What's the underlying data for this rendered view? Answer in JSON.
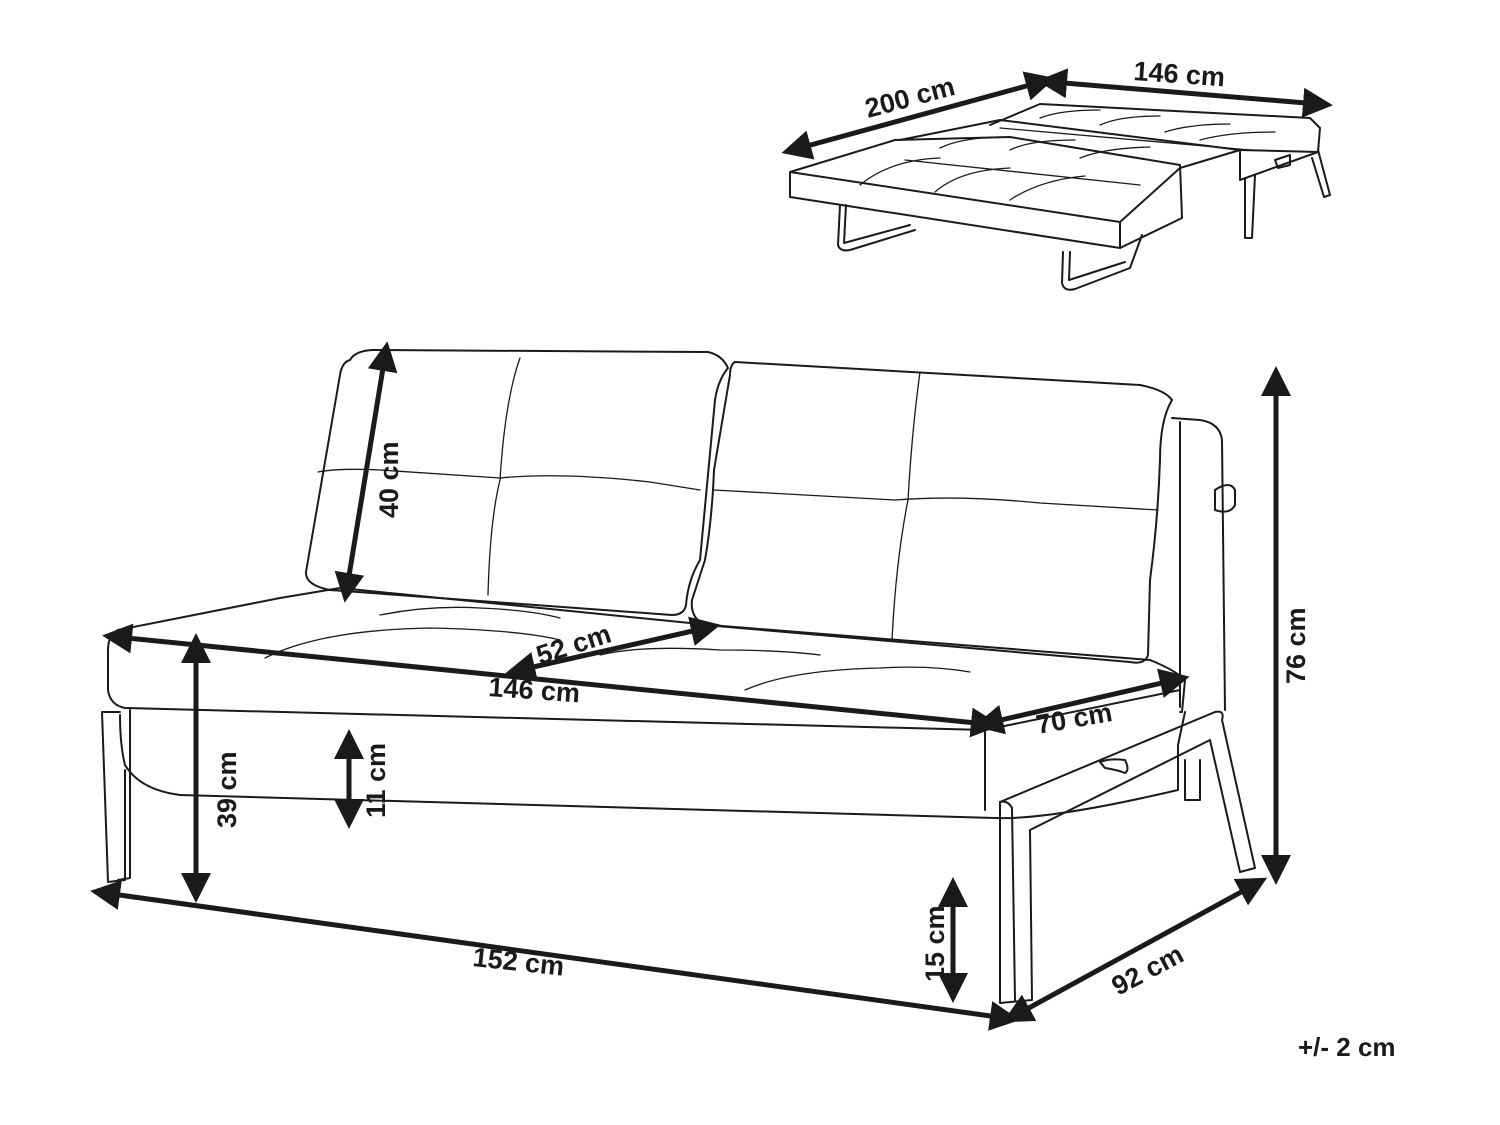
{
  "diagram": {
    "subject": "Sofa bed dimension drawing",
    "views": {
      "bed_mode": {
        "dimensions": {
          "length": "200 cm",
          "width": "146 cm"
        }
      },
      "sofa_mode": {
        "dimensions": {
          "backrest_height": "40 cm",
          "seat_depth": "52 cm",
          "seat_width": "146 cm",
          "seat_height": "39 cm",
          "cushion_thickness": "11 cm",
          "total_depth": "70 cm",
          "total_height": "76 cm",
          "total_width": "152 cm",
          "floor_clearance": "15 cm",
          "frame_depth": "92 cm"
        }
      }
    },
    "tolerance": "+/- 2 cm",
    "colors": {
      "line": "#1a1a1a",
      "background": "#ffffff"
    }
  }
}
